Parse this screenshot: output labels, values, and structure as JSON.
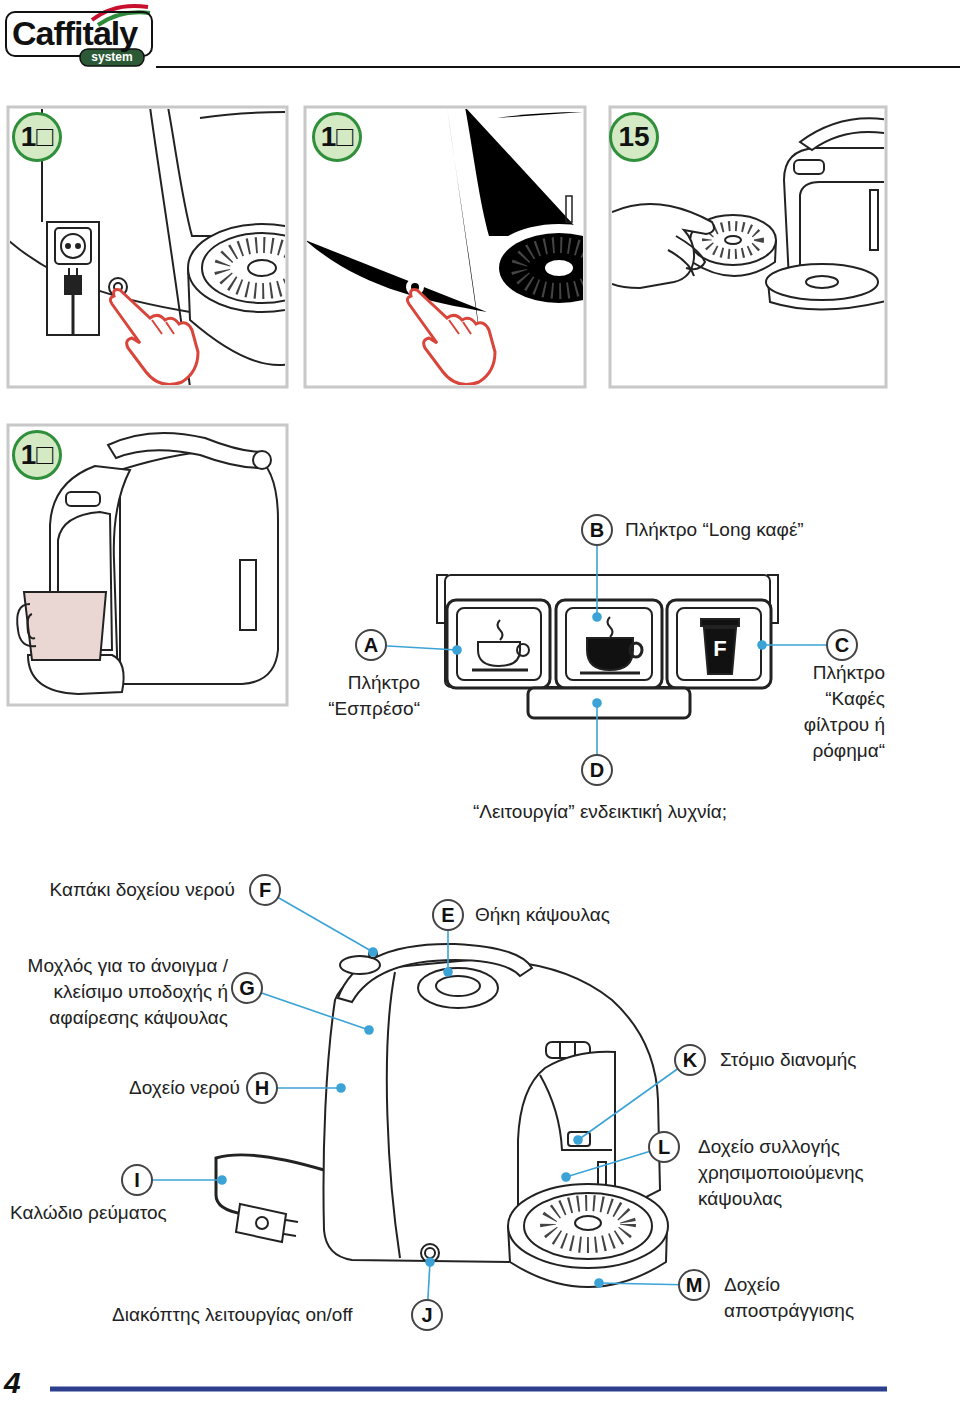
{
  "diagram": {
    "nodes": [
      {
        "text": [
          "1□"
        ]
      },
      {
        "text": [
          "1□"
        ]
      },
      {
        "text": [
          "15"
        ]
      },
      {
        "text": [
          "1□"
        ]
      },
      {
        "text": [
          "B"
        ]
      },
      {
        "text": [
          "A"
        ]
      },
      {
        "text": [
          "C"
        ]
      },
      {
        "text": [
          "D"
        ]
      },
      {
        "text": [
          "F"
        ]
      },
      {
        "text": [
          "E"
        ]
      },
      {
        "text": [
          "G"
        ]
      },
      {
        "text": [
          "K"
        ]
      },
      {
        "text": [
          "H"
        ]
      },
      {
        "text": [
          "L"
        ]
      },
      {
        "text": [
          "I"
        ]
      },
      {
        "text": [
          "M"
        ]
      },
      {
        "text": [
          "J"
        ]
      }
    ],
    "labels": [
      "Caffitaly",
      "system",
      "Πλήκτρο “Long καφέ”",
      "F",
      "Πλήκτρο “Εσπρέσο“",
      "Πλήκτρο “Καφές φίλτρου ή ρόφημα“",
      "“Λειτουργία” ενδεικτική λυχνία;",
      "Καπάκι δοχείου νερού",
      "Θήκη κάψουλας",
      "Μοχλός για το άνοιγμα / κλείσιμο υποδοχής ή αφαίρεσης κάψουλας",
      "Στόμιο διανομής",
      "Δοχείο νερού",
      "Δοχείο συλλογής χρησιμοποιούμενης κάψουλας",
      "Καλώδιο ρεύματος",
      "Δοχείο αποστράγγισης",
      "Διακόπτης λειτουργίας on/off",
      "4"
    ]
  }
}
